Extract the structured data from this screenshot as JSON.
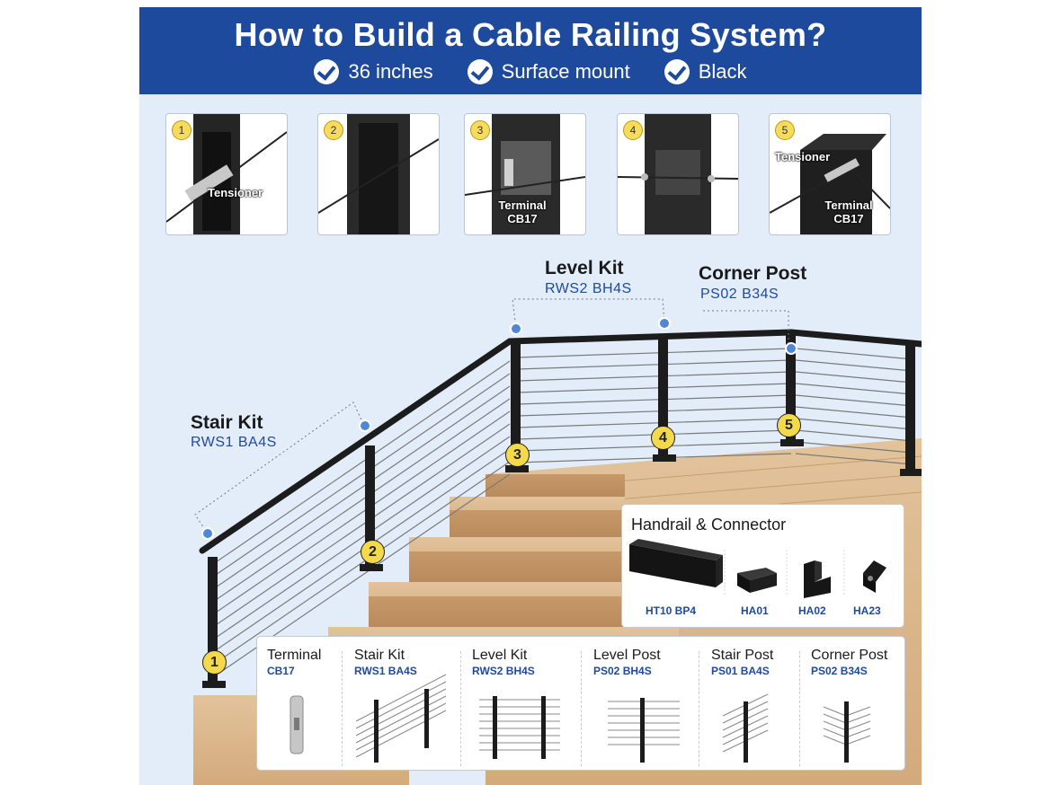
{
  "header": {
    "title": "How to Build a Cable Railing System?",
    "features": [
      "36 inches",
      "Surface mount",
      "Black"
    ]
  },
  "steps": [
    {
      "num": "1",
      "caption": "Tensioner"
    },
    {
      "num": "2",
      "caption": ""
    },
    {
      "num": "3",
      "caption": "Terminal CB17"
    },
    {
      "num": "4",
      "caption": ""
    },
    {
      "num": "5",
      "caption_top": "Tensioner",
      "caption_bottom": "Terminal CB17"
    }
  ],
  "kits": {
    "stair": {
      "title": "Stair Kit",
      "code": "RWS1 BA4S"
    },
    "level": {
      "title": "Level Kit",
      "code": "RWS2 BH4S"
    },
    "corner": {
      "title": "Corner Post",
      "code": "PS02 B34S"
    }
  },
  "post_numbers": [
    "1",
    "2",
    "3",
    "4",
    "5"
  ],
  "handrail": {
    "title": "Handrail & Connector",
    "items": [
      "HT10 BP4",
      "HA01",
      "HA02",
      "HA23"
    ]
  },
  "parts": [
    {
      "title": "Terminal",
      "code": "CB17"
    },
    {
      "title": "Stair Kit",
      "code": "RWS1 BA4S"
    },
    {
      "title": "Level Kit",
      "code": "RWS2 BH4S"
    },
    {
      "title": "Level Post",
      "code": "PS02 BH4S"
    },
    {
      "title": "Stair Post",
      "code": "PS01 BA4S"
    },
    {
      "title": "Corner Post",
      "code": "PS02 B34S"
    }
  ],
  "colors": {
    "header_bg": "#1e4a9e",
    "accent": "#1e4a9e",
    "badge": "#f4d94a",
    "post": "#1c1c1c",
    "wood": "#d9b48a"
  }
}
